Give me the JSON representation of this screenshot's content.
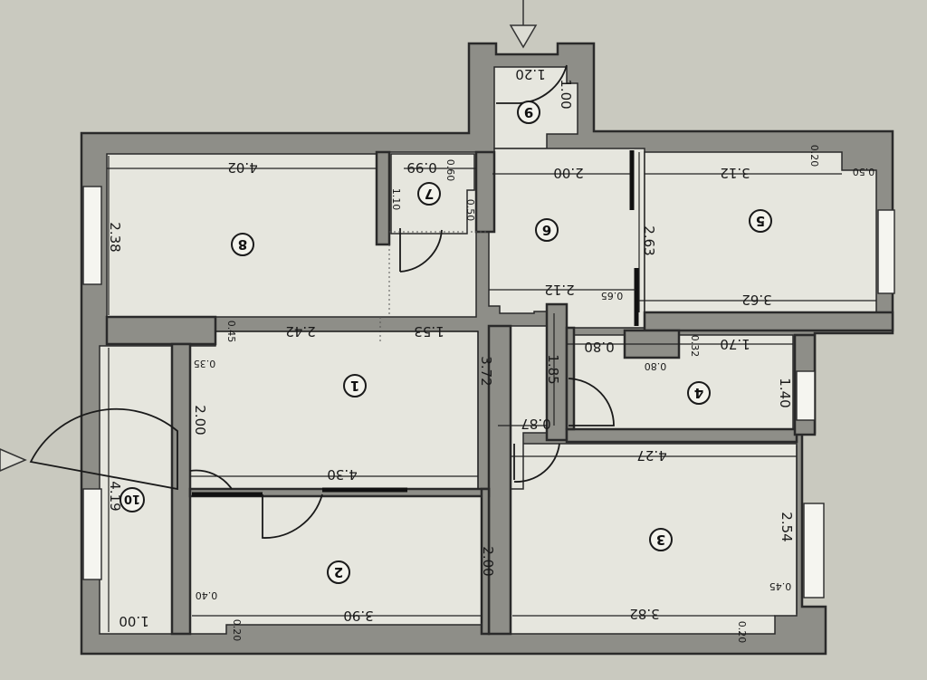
{
  "rooms": [
    {
      "id": "room-1",
      "num": "1"
    },
    {
      "id": "room-2",
      "num": "2"
    },
    {
      "id": "room-3",
      "num": "3"
    },
    {
      "id": "room-4",
      "num": "4"
    },
    {
      "id": "room-5",
      "num": "5"
    },
    {
      "id": "room-6",
      "num": "6"
    },
    {
      "id": "room-7",
      "num": "7"
    },
    {
      "id": "room-8",
      "num": "8"
    },
    {
      "id": "room-9",
      "num": "9"
    },
    {
      "id": "room-10",
      "num": "10"
    }
  ],
  "dimensions": {
    "d_402": "4.02",
    "d_238": "2.38",
    "d_099": "0.99",
    "d_060": "0.60",
    "d_110": "1.10",
    "d_050a": "0.50",
    "d_120": "1.20",
    "d_100a": "1.00",
    "d_200a": "2.00",
    "d_312": "3.12",
    "d_020a": "0.20",
    "d_050b": "0.50",
    "d_263": "2.63",
    "d_212": "2.12",
    "d_065": "0.65",
    "d_362": "3.62",
    "d_045a": "0.45",
    "d_242": "2.42",
    "d_153": "1.53",
    "d_372": "3.72",
    "d_035": "0.35",
    "d_200b": "2.00",
    "d_185": "1.85",
    "d_080a": "0.80",
    "d_080b": "0.80",
    "d_032": "0.32",
    "d_170": "1.70",
    "d_140": "1.40",
    "d_087": "0.87",
    "d_427": "4.27",
    "d_430": "4.30",
    "d_419": "4.19",
    "d_200c": "2.00",
    "d_254": "2.54",
    "d_390": "3.90",
    "d_040": "0.40",
    "d_020b": "0.20",
    "d_100b": "1.00",
    "d_382": "3.82",
    "d_045b": "0.45",
    "d_020c": "0.20"
  }
}
